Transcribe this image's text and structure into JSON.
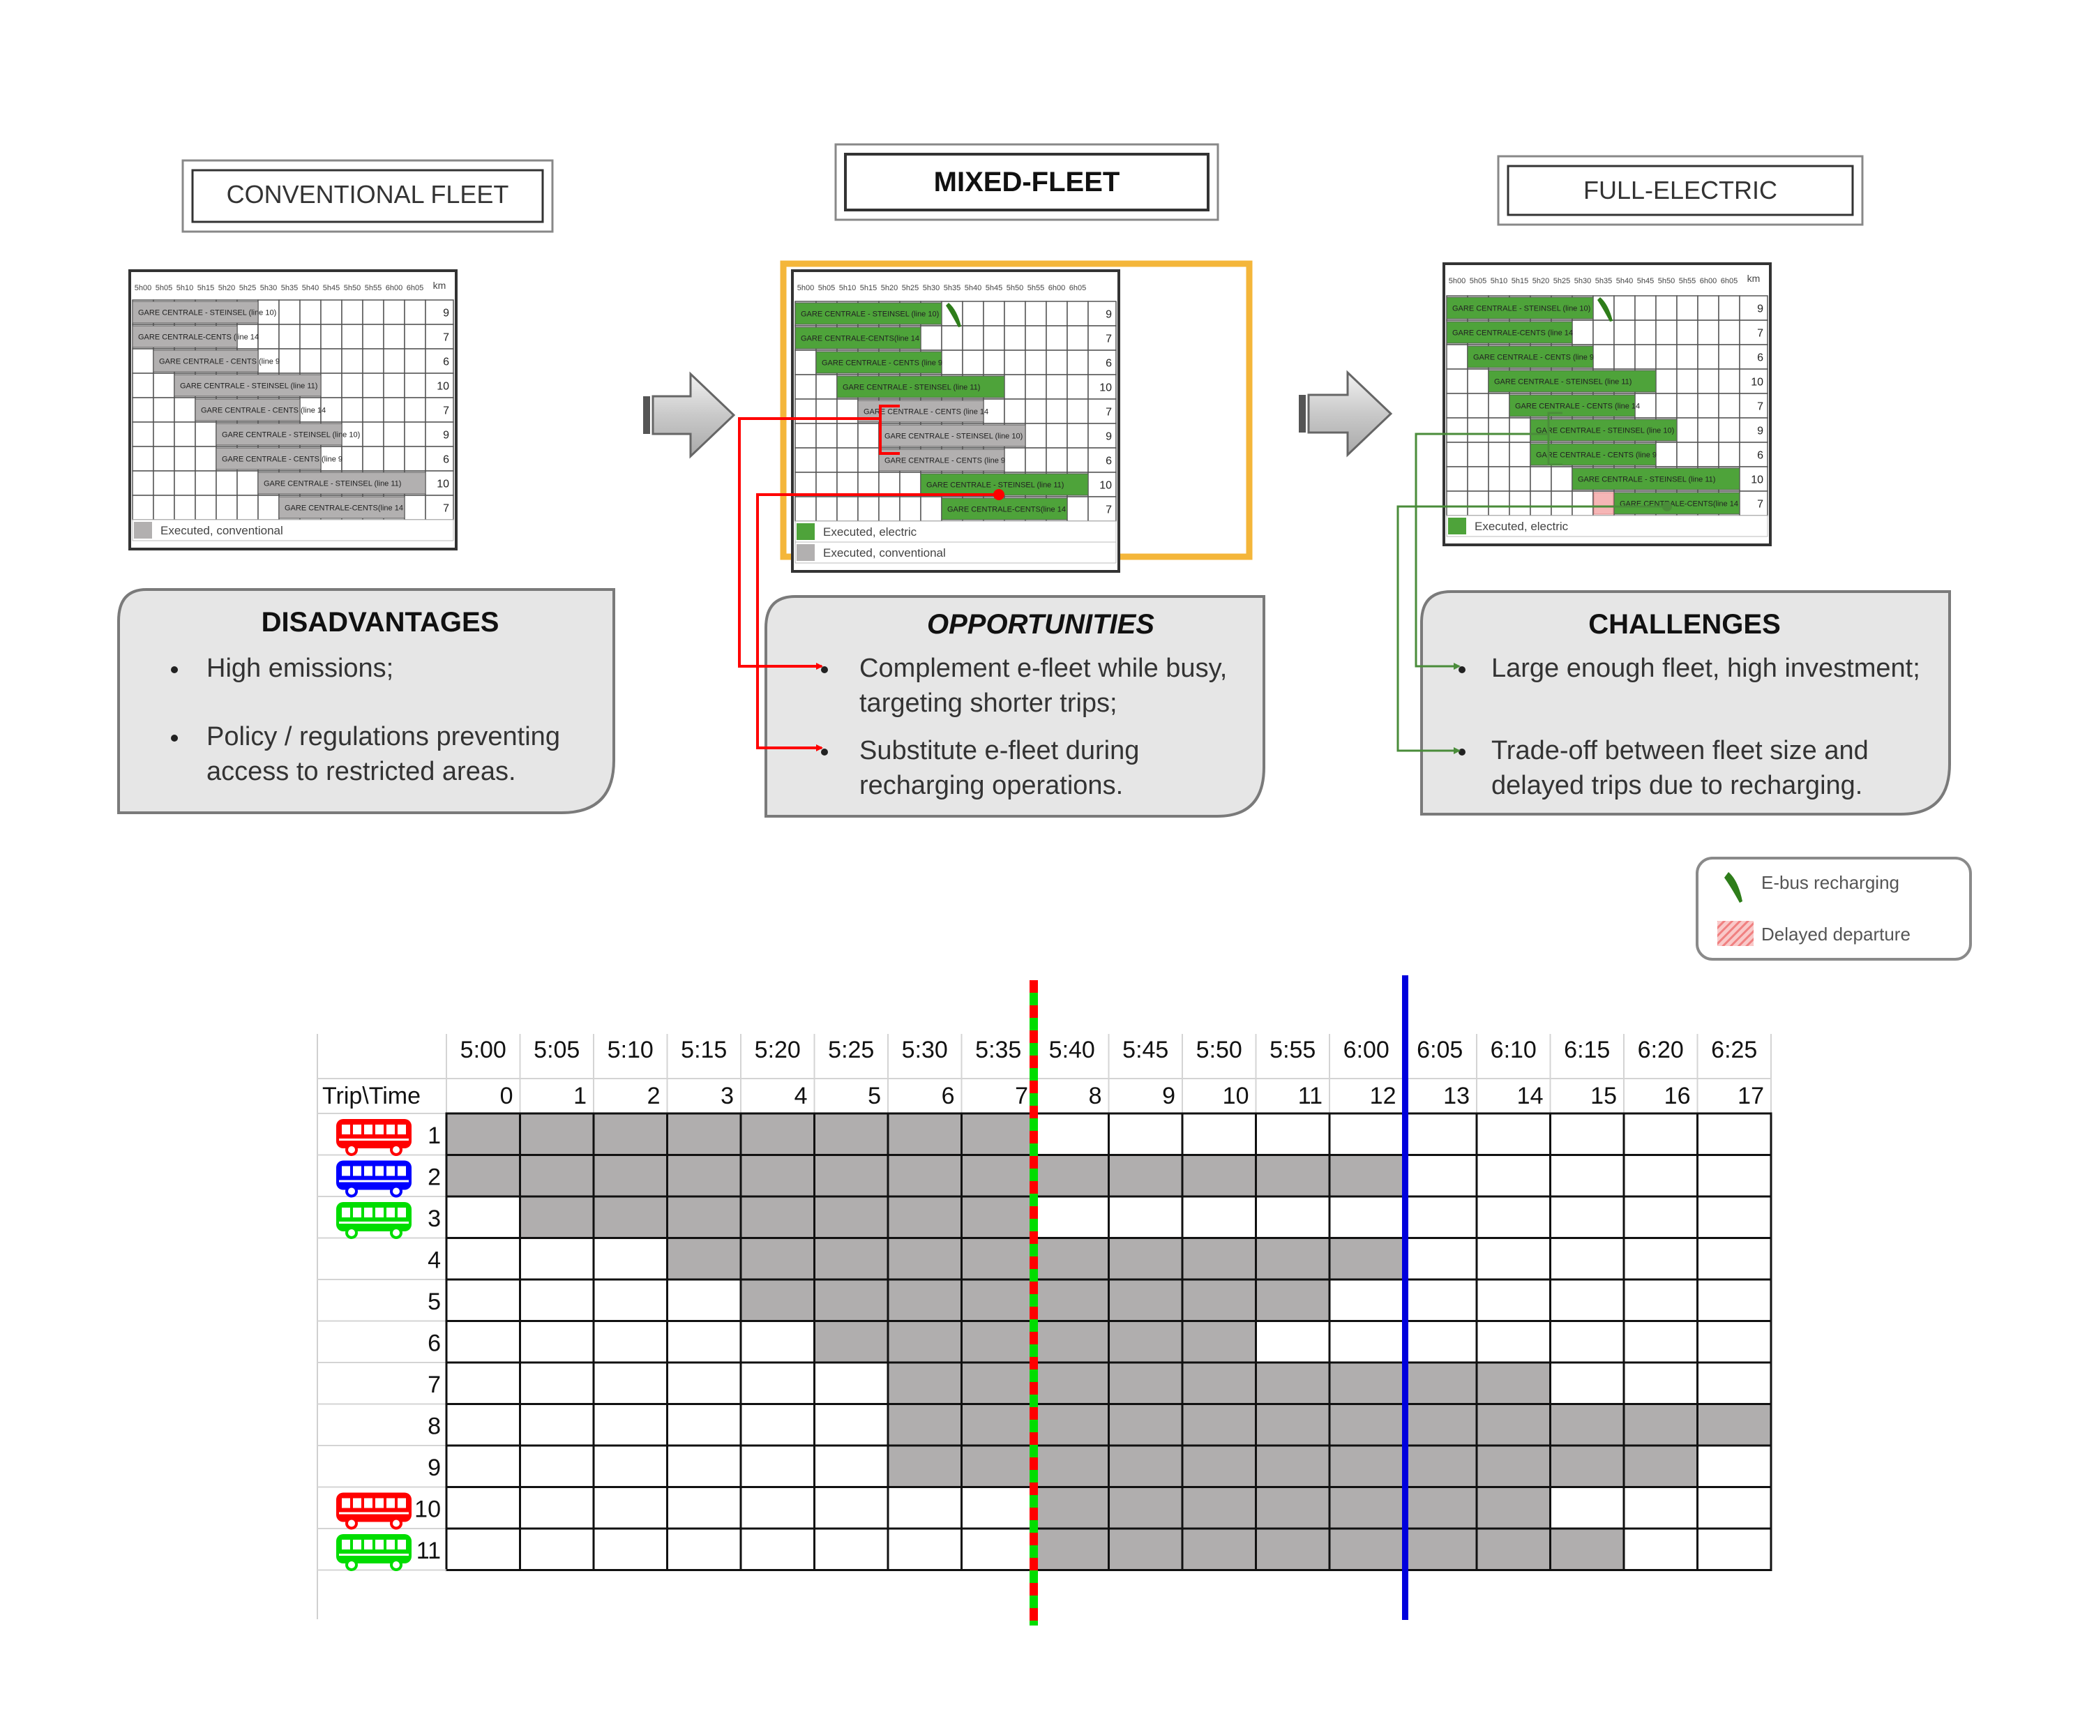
{
  "panels": [
    {
      "id": "conventional",
      "title": "CONVENTIONAL FLEET",
      "title_bold": false,
      "times": [
        "5h00",
        "5h05",
        "5h10",
        "5h15",
        "5h20",
        "5h25",
        "5h30",
        "5h35",
        "5h40",
        "5h45",
        "5h50",
        "5h55",
        "6h00",
        "6h05"
      ],
      "km_label": "km",
      "rows": [
        {
          "label": "GARE CENTRALE - STEINSEL (line 10)",
          "start": 0,
          "len": 6,
          "type": "conv",
          "km": "9"
        },
        {
          "label": "GARE CENTRALE-CENTS (line 14",
          "start": 0,
          "len": 5,
          "type": "conv",
          "km": "7"
        },
        {
          "label": "GARE CENTRALE - CENTS (line 9",
          "start": 1,
          "len": 5,
          "type": "conv",
          "km": "6"
        },
        {
          "label": "GARE CENTRALE - STEINSEL (line 11)",
          "start": 2,
          "len": 7,
          "type": "conv",
          "km": "10"
        },
        {
          "label": "GARE CENTRALE - CENTS (line 14",
          "start": 3,
          "len": 5,
          "type": "conv",
          "km": "7"
        },
        {
          "label": "GARE CENTRALE - STEINSEL (line 10)",
          "start": 4,
          "len": 6,
          "type": "conv",
          "km": "9"
        },
        {
          "label": "GARE CENTRALE - CENTS (line 9",
          "start": 4,
          "len": 5,
          "type": "conv",
          "km": "6"
        },
        {
          "label": "GARE CENTRALE - STEINSEL (line 11)",
          "start": 6,
          "len": 8,
          "type": "conv",
          "km": "10"
        },
        {
          "label": "GARE CENTRALE-CENTS(line 14",
          "start": 7,
          "len": 6,
          "type": "conv",
          "km": "7"
        }
      ],
      "legend": [
        {
          "type": "conv",
          "label": "Executed, conventional"
        }
      ],
      "box_title": "DISADVANTAGES",
      "box_title_italic": false,
      "bullets": [
        [
          "High emissions;"
        ],
        [
          "Policy / regulations preventing",
          "access to restricted areas."
        ]
      ]
    },
    {
      "id": "mixed",
      "title": "MIXED-FLEET",
      "title_bold": true,
      "times": [
        "5h00",
        "5h05",
        "5h10",
        "5h15",
        "5h20",
        "5h25",
        "5h30",
        "5h35",
        "5h40",
        "5h45",
        "5h50",
        "5h55",
        "6h00",
        "6h05"
      ],
      "km_label": "",
      "rows": [
        {
          "label": "GARE CENTRALE - STEINSEL (line 10)",
          "start": 0,
          "len": 7,
          "type": "elec",
          "km": "9"
        },
        {
          "label": "GARE CENTRALE-CENTS(line 14",
          "start": 0,
          "len": 6,
          "type": "elec",
          "km": "7"
        },
        {
          "label": "GARE CENTRALE - CENTS (line 9",
          "start": 1,
          "len": 6,
          "type": "elec",
          "km": "6"
        },
        {
          "label": "GARE CENTRALE - STEINSEL (line 11)",
          "start": 2,
          "len": 8,
          "type": "elec",
          "km": "10"
        },
        {
          "label": "GARE CENTRALE - CENTS (line 14",
          "start": 3,
          "len": 6,
          "type": "conv",
          "km": "7"
        },
        {
          "label": "GARE CENTRALE - STEINSEL (line 10)",
          "start": 4,
          "len": 7,
          "type": "conv",
          "km": "9"
        },
        {
          "label": "GARE CENTRALE - CENTS (line 9",
          "start": 4,
          "len": 6,
          "type": "conv",
          "km": "6"
        },
        {
          "label": "GARE CENTRALE - STEINSEL (line 11)",
          "start": 6,
          "len": 8,
          "type": "elec",
          "km": "10"
        },
        {
          "label": "GARE CENTRALE-CENTS(line 14",
          "start": 7,
          "len": 6,
          "type": "elec",
          "km": "7"
        }
      ],
      "legend": [
        {
          "type": "elec",
          "label": "Executed, electric"
        },
        {
          "type": "conv",
          "label": "Executed, conventional"
        }
      ],
      "box_title": "OPPORTUNITIES",
      "box_title_italic": true,
      "bullets": [
        [
          "Complement e-fleet while busy,",
          "targeting shorter trips;"
        ],
        [
          "Substitute e-fleet during",
          "recharging operations."
        ]
      ]
    },
    {
      "id": "full",
      "title": "FULL-ELECTRIC",
      "title_bold": false,
      "times": [
        "5h00",
        "5h05",
        "5h10",
        "5h15",
        "5h20",
        "5h25",
        "5h30",
        "5h35",
        "5h40",
        "5h45",
        "5h50",
        "5h55",
        "6h00",
        "6h05"
      ],
      "km_label": "km",
      "rows": [
        {
          "label": "GARE CENTRALE - STEINSEL (line 10)",
          "start": 0,
          "len": 7,
          "type": "elec",
          "km": "9"
        },
        {
          "label": "GARE CENTRALE-CENTS (line 14",
          "start": 0,
          "len": 6,
          "type": "elec",
          "km": "7"
        },
        {
          "label": "GARE CENTRALE - CENTS (line 9",
          "start": 1,
          "len": 6,
          "type": "elec",
          "km": "6"
        },
        {
          "label": "GARE CENTRALE - STEINSEL (line 11)",
          "start": 2,
          "len": 8,
          "type": "elec",
          "km": "10"
        },
        {
          "label": "GARE CENTRALE - CENTS (line 14",
          "start": 3,
          "len": 6,
          "type": "elec",
          "km": "7"
        },
        {
          "label": "GARE CENTRALE - STEINSEL (line 10)",
          "start": 4,
          "len": 7,
          "type": "elec",
          "km": "9"
        },
        {
          "label": "GARE CENTRALE - CENTS (line 9",
          "start": 4,
          "len": 6,
          "type": "elec",
          "km": "6"
        },
        {
          "label": "GARE CENTRALE - STEINSEL (line 11)",
          "start": 6,
          "len": 8,
          "type": "elec",
          "km": "10"
        },
        {
          "label": "GARE CENTRALE-CENTS(line 14",
          "start": 8,
          "len": 6,
          "type": "elec",
          "km": "7",
          "delay_before": 1
        }
      ],
      "legend": [
        {
          "type": "elec",
          "label": "Executed, electric"
        }
      ],
      "box_title": "CHALLENGES",
      "box_title_italic": false,
      "bullets": [
        [
          "Large enough fleet, high investment;"
        ],
        [
          "Trade-off between fleet size and",
          "delayed trips due to recharging."
        ]
      ]
    }
  ],
  "legend_box": {
    "recharge_label": "E-bus recharging",
    "delay_label": "Delayed departure"
  },
  "timetable": {
    "corner_label": "Trip\\Time",
    "times": [
      "5:00",
      "5:05",
      "5:10",
      "5:15",
      "5:20",
      "5:25",
      "5:30",
      "5:35",
      "5:40",
      "5:45",
      "5:50",
      "5:55",
      "6:00",
      "6:05",
      "6:10",
      "6:15",
      "6:20",
      "6:25"
    ],
    "indices": [
      "0",
      "1",
      "2",
      "3",
      "4",
      "5",
      "6",
      "7",
      "8",
      "9",
      "10",
      "11",
      "12",
      "13",
      "14",
      "15",
      "16",
      "17"
    ],
    "trips": [
      {
        "label": "1",
        "start": 0,
        "len": 8,
        "bus": "red"
      },
      {
        "label": "2",
        "start": 0,
        "len": 13,
        "bus": "blue"
      },
      {
        "label": "3",
        "start": 1,
        "len": 7,
        "bus": "green"
      },
      {
        "label": "4",
        "start": 3,
        "len": 10,
        "bus": ""
      },
      {
        "label": "5",
        "start": 4,
        "len": 8,
        "bus": ""
      },
      {
        "label": "6",
        "start": 5,
        "len": 6,
        "bus": ""
      },
      {
        "label": "7",
        "start": 6,
        "len": 9,
        "bus": ""
      },
      {
        "label": "8",
        "start": 6,
        "len": 12,
        "bus": ""
      },
      {
        "label": "9",
        "start": 6,
        "len": 11,
        "bus": ""
      },
      {
        "label": "10",
        "start": 8,
        "len": 7,
        "bus": "red"
      },
      {
        "label": "11",
        "start": 8,
        "len": 8,
        "bus": "green"
      }
    ],
    "dashed_marker_after_index": 7,
    "blue_marker_after_index": 12
  },
  "colors": {
    "electric": "#4ea33a",
    "conventional": "#b2b0b0",
    "timetable_fill": "#b0aeae",
    "delay": "#f6b6b6",
    "red": "#ff0000",
    "blue": "#0000ff",
    "green": "#00dd00",
    "marker_blue": "#0000dd",
    "dark_green": "#4a8c3a",
    "panel_box_bg": "#e6e6e6",
    "highlight": "#f4b63a"
  }
}
